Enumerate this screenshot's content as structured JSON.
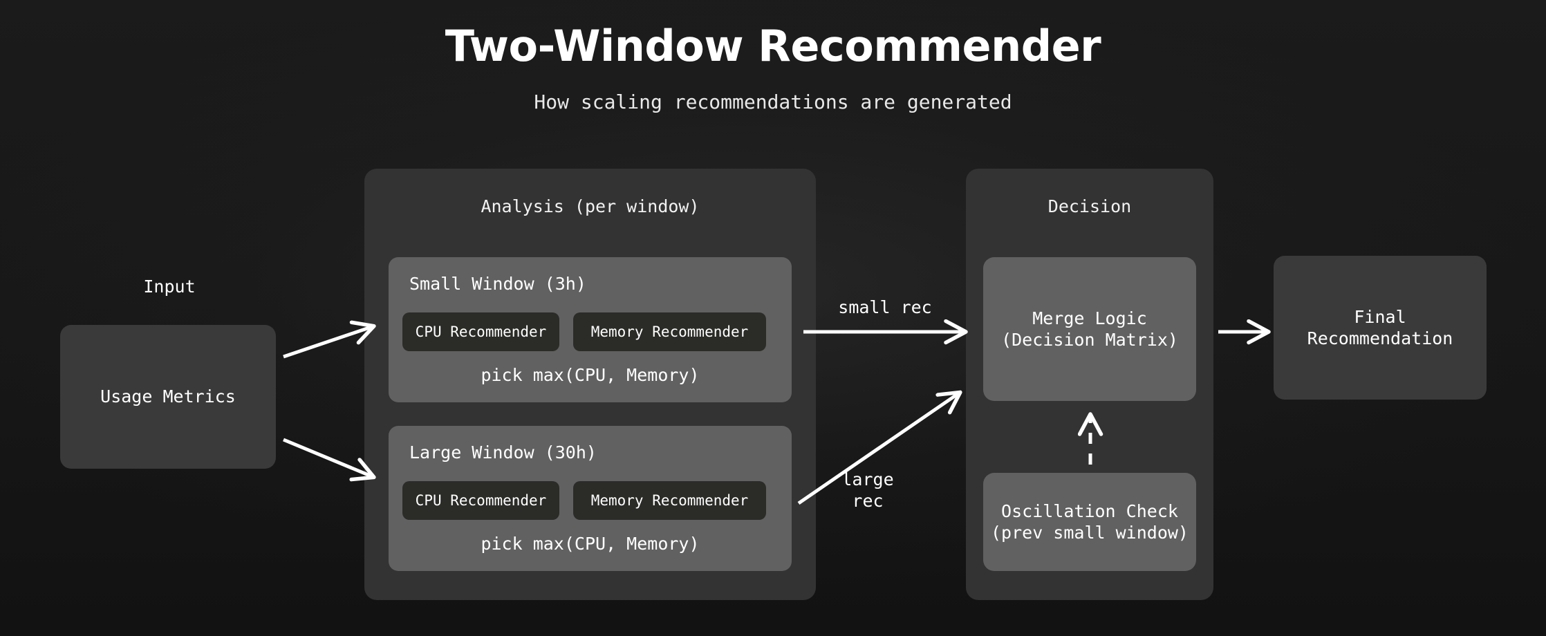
{
  "header": {
    "title": "Two-Window Recommender",
    "subtitle": "How scaling recommendations are generated"
  },
  "input": {
    "section_label": "Input",
    "node_label": "Usage Metrics"
  },
  "analysis": {
    "group_title": "Analysis (per window)",
    "windows": [
      {
        "label": "Small Window (3h)",
        "cpu": "CPU Recommender",
        "memory": "Memory Recommender",
        "footer": "pick max(CPU, Memory)"
      },
      {
        "label": "Large Window (30h)",
        "cpu": "CPU Recommender",
        "memory": "Memory Recommender",
        "footer": "pick max(CPU, Memory)"
      }
    ]
  },
  "decision": {
    "group_title": "Decision",
    "merge_label": "Merge Logic\n(Decision Matrix)",
    "oscillation_label": "Oscillation Check\n(prev small window)"
  },
  "output": {
    "final_label": "Final\nRecommendation"
  },
  "edges": {
    "small_rec": "small rec",
    "large_rec": "large\nrec"
  },
  "colors": {
    "background": "#161616",
    "group_fill": "#333333",
    "window_fill": "#616161",
    "node_fill": "#3a3a3a",
    "node_light_fill": "#616161",
    "chip_fill": "#2b2b27",
    "text": "#ffffff",
    "arrow": "#ffffff"
  }
}
